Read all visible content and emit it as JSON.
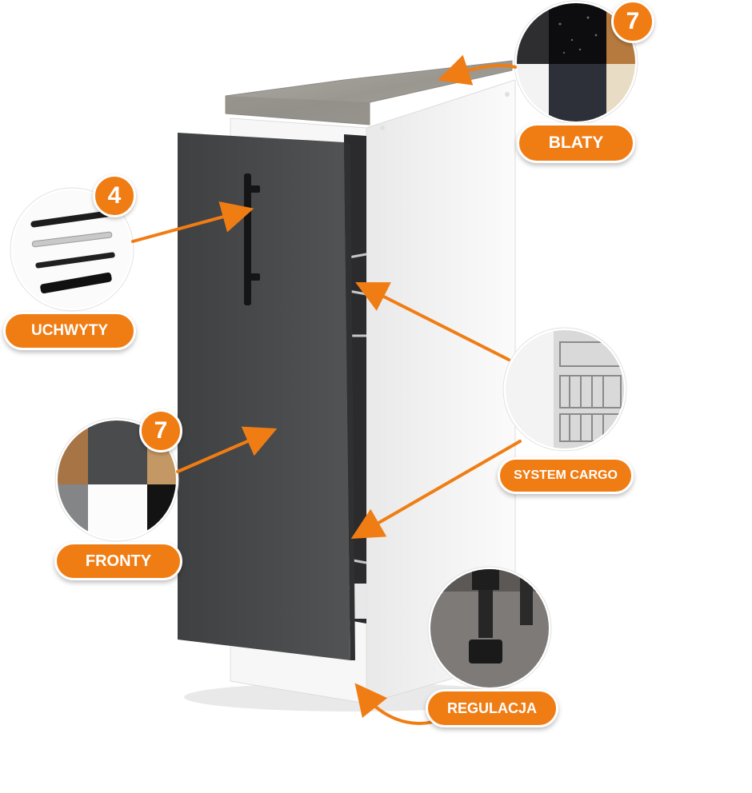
{
  "labels": {
    "countertops": "BLATY",
    "handles": "UCHWYTY",
    "cargo": "SYSTEM CARGO",
    "fronts": "FRONTY",
    "levelling": "REGULACJA"
  },
  "counts": {
    "countertops": "7",
    "handles": "4",
    "fronts": "7"
  },
  "colors": {
    "accent": "#f07d14",
    "front": "#4a4b4d",
    "carcass": "#f4f4f4",
    "worktop": "#9d9994"
  }
}
